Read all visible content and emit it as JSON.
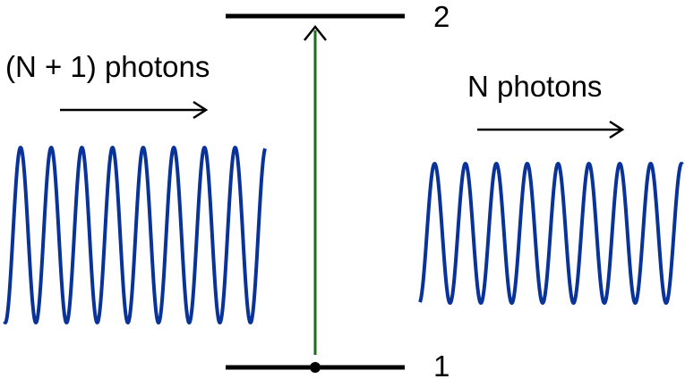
{
  "labels": {
    "incoming": "(N + 1) photons",
    "outgoing": "N photons",
    "level_upper": "2",
    "level_lower": "1"
  },
  "colors": {
    "wave": "#0a3399",
    "transition": "#1e6b1e",
    "level": "#000000",
    "arrow": "#000000"
  },
  "waves": {
    "incoming": {
      "cycles": 8.5
    },
    "outgoing": {
      "cycles": 8.5
    }
  }
}
